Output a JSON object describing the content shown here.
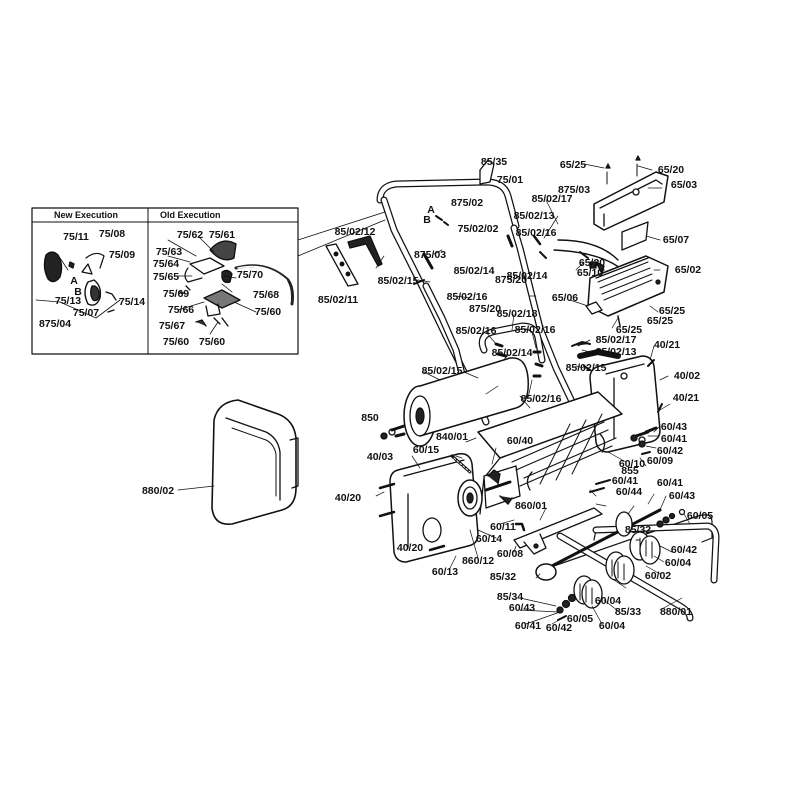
{
  "inset": {
    "new_execution_title": "New Execution",
    "old_execution_title": "Old Execution"
  },
  "callouts": [
    {
      "id": "c-85-35-top",
      "text": "85/35"
    },
    {
      "id": "c-75-01",
      "text": "75/01"
    },
    {
      "id": "c-65-25-top",
      "text": "65/25"
    },
    {
      "id": "c-65-20-top",
      "text": "65/20"
    },
    {
      "id": "c-65-03",
      "text": "65/03"
    },
    {
      "id": "c-875-03-top",
      "text": "875/03"
    },
    {
      "id": "c-85-02-17-top",
      "text": "85/02/17"
    },
    {
      "id": "c-875-02",
      "text": "875/02"
    },
    {
      "id": "c-85-02-13-top",
      "text": "85/02/13"
    },
    {
      "id": "c-a",
      "text": "A"
    },
    {
      "id": "c-b",
      "text": "B"
    },
    {
      "id": "c-75-02-02",
      "text": "75/02/02"
    },
    {
      "id": "c-85-02-12",
      "text": "85/02/12"
    },
    {
      "id": "c-85-02-16-a",
      "text": "85/02/16"
    },
    {
      "id": "c-65-07",
      "text": "65/07"
    },
    {
      "id": "c-875-03-mid",
      "text": "875/03"
    },
    {
      "id": "c-85-02-14-a",
      "text": "85/02/14"
    },
    {
      "id": "c-85-02-14-b",
      "text": "85/02/14"
    },
    {
      "id": "c-65-20-mid",
      "text": "65/20"
    },
    {
      "id": "c-65-10",
      "text": "65/10"
    },
    {
      "id": "c-65-02",
      "text": "65/02"
    },
    {
      "id": "c-85-02-15-a",
      "text": "85/02/15"
    },
    {
      "id": "c-875-20-a",
      "text": "875/20"
    },
    {
      "id": "c-65-06",
      "text": "65/06"
    },
    {
      "id": "c-65-25-r",
      "text": "65/25"
    },
    {
      "id": "c-65-25-r2",
      "text": "65/25"
    },
    {
      "id": "c-65-25-bot",
      "text": "65/25"
    },
    {
      "id": "c-85-02-11",
      "text": "85/02/11"
    },
    {
      "id": "c-85-02-16-b",
      "text": "85/02/16"
    },
    {
      "id": "c-875-20-b",
      "text": "875/20"
    },
    {
      "id": "c-85-02-18",
      "text": "85/02/18"
    },
    {
      "id": "c-85-02-16-c",
      "text": "85/02/16"
    },
    {
      "id": "c-85-02-16-d",
      "text": "85/02/16"
    },
    {
      "id": "c-85-02-17-mid",
      "text": "85/02/17"
    },
    {
      "id": "c-85-02-13-mid",
      "text": "85/02/13"
    },
    {
      "id": "c-40-21-top",
      "text": "40/21"
    },
    {
      "id": "c-85-02-14-c",
      "text": "85/02/14"
    },
    {
      "id": "c-85-02-15-b",
      "text": "85/02/15"
    },
    {
      "id": "c-85-02-15-c",
      "text": "85/02/15"
    },
    {
      "id": "c-40-02",
      "text": "40/02"
    },
    {
      "id": "c-85-02-16-e",
      "text": "85/02/16"
    },
    {
      "id": "c-40-21-mid",
      "text": "40/21"
    },
    {
      "id": "c-850",
      "text": "850"
    },
    {
      "id": "c-60-43-a",
      "text": "60/43"
    },
    {
      "id": "c-60-41-a",
      "text": "60/41"
    },
    {
      "id": "c-840-01",
      "text": "840/01"
    },
    {
      "id": "c-60-40",
      "text": "60/40"
    },
    {
      "id": "c-60-42-a",
      "text": "60/42"
    },
    {
      "id": "c-60-15",
      "text": "60/15"
    },
    {
      "id": "c-60-10",
      "text": "60/10"
    },
    {
      "id": "c-60-09",
      "text": "60/09"
    },
    {
      "id": "c-40-03",
      "text": "40/03"
    },
    {
      "id": "c-855",
      "text": "855"
    },
    {
      "id": "c-60-41-b",
      "text": "60/41"
    },
    {
      "id": "c-60-41-c",
      "text": "60/41"
    },
    {
      "id": "c-60-44",
      "text": "60/44"
    },
    {
      "id": "c-60-43-b",
      "text": "60/43"
    },
    {
      "id": "c-880-02",
      "text": "880/02"
    },
    {
      "id": "c-40-20-a",
      "text": "40/20"
    },
    {
      "id": "c-860-01",
      "text": "860/01"
    },
    {
      "id": "c-60-05-a",
      "text": "60/05"
    },
    {
      "id": "c-60-11",
      "text": "60/11"
    },
    {
      "id": "c-60-14",
      "text": "60/14"
    },
    {
      "id": "c-60-42-b",
      "text": "60/42"
    },
    {
      "id": "c-40-20-b",
      "text": "40/20"
    },
    {
      "id": "c-60-08",
      "text": "60/08"
    },
    {
      "id": "c-860-12",
      "text": "860/12"
    },
    {
      "id": "c-60-04-a",
      "text": "60/04"
    },
    {
      "id": "c-60-13",
      "text": "60/13"
    },
    {
      "id": "c-85-32-a",
      "text": "85/32"
    },
    {
      "id": "c-60-02",
      "text": "60/02"
    },
    {
      "id": "c-85-32-b",
      "text": "85/32"
    },
    {
      "id": "c-85-34",
      "text": "85/34"
    },
    {
      "id": "c-60-04-b",
      "text": "60/04"
    },
    {
      "id": "c-60-43-c",
      "text": "60/43"
    },
    {
      "id": "c-85-33",
      "text": "85/33"
    },
    {
      "id": "c-880-01",
      "text": "880/01"
    },
    {
      "id": "c-60-05-b",
      "text": "60/05"
    },
    {
      "id": "c-60-41-d",
      "text": "60/41"
    },
    {
      "id": "c-60-42-c",
      "text": "60/42"
    },
    {
      "id": "c-60-04-c",
      "text": "60/04"
    },
    {
      "id": "c-75-11",
      "text": "75/11"
    },
    {
      "id": "c-75-08",
      "text": "75/08"
    },
    {
      "id": "c-75-09",
      "text": "75/09"
    },
    {
      "id": "c-a-inset",
      "text": "A"
    },
    {
      "id": "c-b-inset",
      "text": "B"
    },
    {
      "id": "c-75-13",
      "text": "75/13"
    },
    {
      "id": "c-75-14",
      "text": "75/14"
    },
    {
      "id": "c-75-07",
      "text": "75/07"
    },
    {
      "id": "c-875-04",
      "text": "875/04"
    },
    {
      "id": "c-75-62",
      "text": "75/62"
    },
    {
      "id": "c-75-61",
      "text": "75/61"
    },
    {
      "id": "c-75-63",
      "text": "75/63"
    },
    {
      "id": "c-75-64",
      "text": "75/64"
    },
    {
      "id": "c-75-65",
      "text": "75/65"
    },
    {
      "id": "c-75-70",
      "text": "75/70"
    },
    {
      "id": "c-75-69",
      "text": "75/69"
    },
    {
      "id": "c-75-68",
      "text": "75/68"
    },
    {
      "id": "c-75-66",
      "text": "75/66"
    },
    {
      "id": "c-75-60-a",
      "text": "75/60"
    },
    {
      "id": "c-75-67",
      "text": "75/67"
    },
    {
      "id": "c-75-60-b",
      "text": "75/60"
    },
    {
      "id": "c-75-60-c",
      "text": "75/60"
    }
  ]
}
